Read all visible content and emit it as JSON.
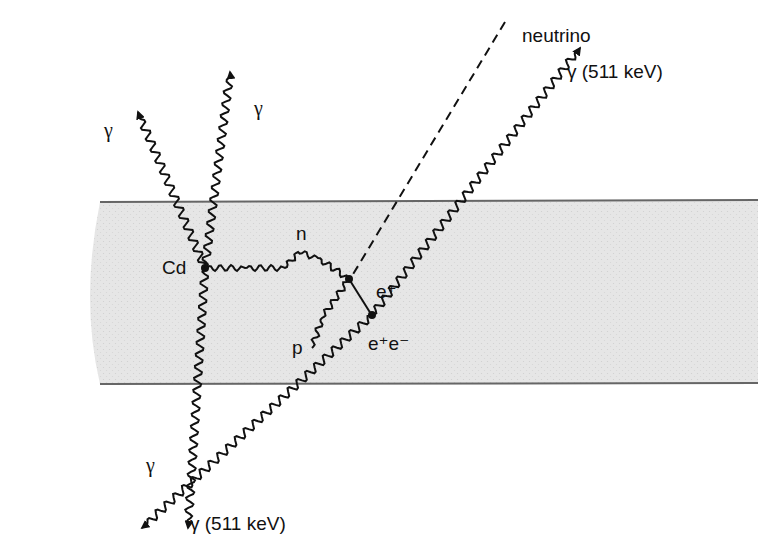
{
  "diagram": {
    "labels": [
      "neutrino",
      "γ",
      "γ",
      "γ (511 keV)",
      "Cd",
      "n",
      "e⁺",
      "p",
      "e⁺e⁻",
      "γ",
      "γ (511 keV)"
    ]
  }
}
